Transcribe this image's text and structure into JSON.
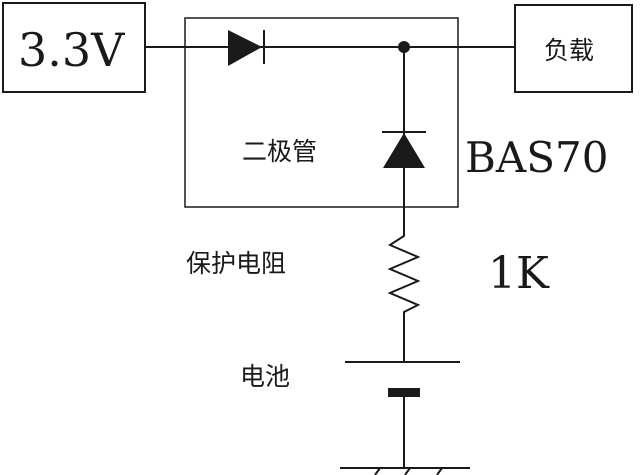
{
  "labels": {
    "source": "3.3V",
    "load": "负载",
    "diode_label": "二极管",
    "diode_part": "BAS70",
    "resistor_label": "保护电阻",
    "resistor_value": "1K",
    "battery_label": "电池"
  },
  "colors": {
    "line": "#1a1a1a",
    "background": "#ffffff"
  }
}
